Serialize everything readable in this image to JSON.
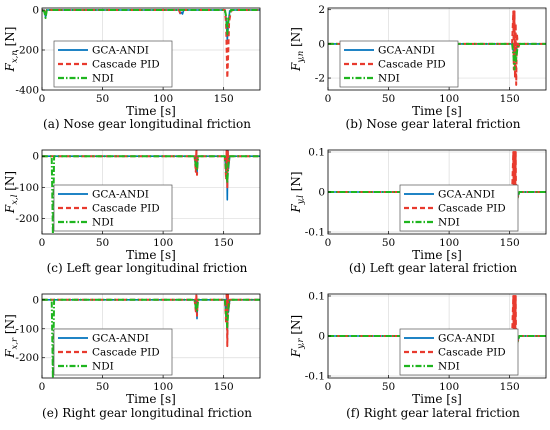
{
  "colors": {
    "gca_andi": "#0072BD",
    "cascade_pid": "#E83A2E",
    "ndi": "#1FB51F",
    "grid": "#dcdcdc"
  },
  "chart_data": [
    {
      "id": "a",
      "type": "line",
      "caption": "(a) Nose gear longitudinal friction",
      "ylabel_main": "F",
      "ylabel_sub": "x,n",
      "ylabel_unit": "[N]",
      "xlabel": "Time [s]",
      "xlim": [
        0,
        180
      ],
      "ylim": [
        -400,
        10
      ],
      "xticks": [
        0,
        50,
        100,
        150
      ],
      "yticks": [
        0,
        -200,
        -400
      ],
      "legend_position": "bottom-left",
      "series": [
        {
          "name": "GCA-ANDI",
          "style": "solid",
          "points": [
            [
              0,
              0
            ],
            [
              2,
              -8
            ],
            [
              3,
              -35
            ],
            [
              4,
              0
            ],
            [
              113,
              0
            ],
            [
              114,
              -18
            ],
            [
              115,
              -12
            ],
            [
              116,
              -20
            ],
            [
              117,
              0
            ],
            [
              151,
              0
            ],
            [
              152,
              -40
            ],
            [
              153,
              -150
            ],
            [
              154,
              -60
            ],
            [
              155,
              -5
            ],
            [
              157,
              0
            ],
            [
              180,
              0
            ]
          ]
        },
        {
          "name": "Cascade PID",
          "style": "dash",
          "points": [
            [
              0,
              0
            ],
            [
              2,
              -6
            ],
            [
              3,
              -28
            ],
            [
              4,
              0
            ],
            [
              113,
              0
            ],
            [
              114,
              -14
            ],
            [
              116,
              -10
            ],
            [
              117,
              0
            ],
            [
              151,
              0
            ],
            [
              152,
              -70
            ],
            [
              153,
              -340
            ],
            [
              153.6,
              -250
            ],
            [
              154.5,
              -60
            ],
            [
              156,
              -5
            ],
            [
              158,
              0
            ],
            [
              180,
              0
            ]
          ]
        },
        {
          "name": "NDI",
          "style": "dashdot",
          "points": [
            [
              0,
              0
            ],
            [
              2,
              -10
            ],
            [
              3,
              -40
            ],
            [
              4,
              0
            ],
            [
              151,
              0
            ],
            [
              152,
              -30
            ],
            [
              153,
              -120
            ],
            [
              154,
              -40
            ],
            [
              156,
              0
            ],
            [
              180,
              0
            ]
          ]
        }
      ]
    },
    {
      "id": "b",
      "type": "line",
      "caption": "(b) Nose gear lateral friction",
      "ylabel_main": "F",
      "ylabel_sub": "y,n",
      "ylabel_unit": "[N]",
      "xlabel": "Time [s]",
      "xlim": [
        0,
        180
      ],
      "ylim": [
        -2.7,
        2.1
      ],
      "xticks": [
        0,
        50,
        100,
        150
      ],
      "yticks": [
        2,
        0,
        -2
      ],
      "legend_position": "bottom-left",
      "series": [
        {
          "name": "GCA-ANDI",
          "style": "solid",
          "points": [
            [
              0,
              0
            ],
            [
              152,
              0
            ],
            [
              153,
              -0.4
            ],
            [
              154,
              -0.8
            ],
            [
              155,
              -0.45
            ],
            [
              156.5,
              -0.1
            ],
            [
              158,
              0
            ],
            [
              180,
              0
            ]
          ]
        },
        {
          "name": "Cascade PID",
          "style": "dash",
          "points": [
            [
              0,
              0
            ],
            [
              152,
              0
            ],
            [
              153,
              1.9
            ],
            [
              153.4,
              -1.5
            ],
            [
              154,
              1.9
            ],
            [
              154.4,
              -2.0
            ],
            [
              155,
              1.2
            ],
            [
              155.4,
              -2.4
            ],
            [
              156,
              0.6
            ],
            [
              157,
              -0.3
            ],
            [
              158,
              0
            ],
            [
              180,
              0
            ]
          ]
        },
        {
          "name": "NDI",
          "style": "dashdot",
          "points": [
            [
              0,
              0
            ],
            [
              152,
              0
            ],
            [
              153,
              -0.6
            ],
            [
              154,
              -1.5
            ],
            [
              154.6,
              -0.5
            ],
            [
              155.2,
              -1.0
            ],
            [
              156.5,
              -0.2
            ],
            [
              158,
              0
            ],
            [
              180,
              0
            ]
          ]
        }
      ]
    },
    {
      "id": "c",
      "type": "line",
      "caption": "(c) Left gear longitudinal friction",
      "ylabel_main": "F",
      "ylabel_sub": "x,l",
      "ylabel_unit": "[N]",
      "xlabel": "Time [s]",
      "xlim": [
        0,
        180
      ],
      "ylim": [
        -250,
        20
      ],
      "xticks": [
        0,
        50,
        100,
        150
      ],
      "yticks": [
        0,
        -100,
        -200
      ],
      "legend_position": "bottom-left",
      "series": [
        {
          "name": "GCA-ANDI",
          "style": "solid",
          "points": [
            [
              0,
              0
            ],
            [
              126,
              0
            ],
            [
              127,
              -40
            ],
            [
              127.5,
              20
            ],
            [
              128,
              -55
            ],
            [
              128.5,
              -10
            ],
            [
              129,
              0
            ],
            [
              151,
              0
            ],
            [
              152,
              -60
            ],
            [
              152.5,
              30
            ],
            [
              153,
              -140
            ],
            [
              153.5,
              20
            ],
            [
              154,
              -40
            ],
            [
              155,
              0
            ],
            [
              180,
              0
            ]
          ]
        },
        {
          "name": "Cascade PID",
          "style": "dash",
          "points": [
            [
              0,
              0
            ],
            [
              126,
              0
            ],
            [
              127,
              -50
            ],
            [
              127.5,
              25
            ],
            [
              128,
              -60
            ],
            [
              128.5,
              0
            ],
            [
              129,
              0
            ],
            [
              151,
              0
            ],
            [
              152,
              -75
            ],
            [
              152.5,
              30
            ],
            [
              153,
              -100
            ],
            [
              153.5,
              15
            ],
            [
              154,
              -25
            ],
            [
              155,
              0
            ],
            [
              180,
              0
            ]
          ]
        },
        {
          "name": "NDI",
          "style": "dashdot",
          "points": [
            [
              0,
              0
            ],
            [
              8,
              0
            ],
            [
              9,
              -250
            ],
            [
              10,
              0
            ],
            [
              126,
              0
            ],
            [
              127,
              -30
            ],
            [
              128,
              -45
            ],
            [
              129,
              0
            ],
            [
              151,
              0
            ],
            [
              152,
              -45
            ],
            [
              153,
              -85
            ],
            [
              154,
              -20
            ],
            [
              155,
              0
            ],
            [
              180,
              0
            ]
          ]
        }
      ]
    },
    {
      "id": "d",
      "type": "line",
      "caption": "(d) Left gear lateral friction",
      "ylabel_main": "F",
      "ylabel_sub": "y,l",
      "ylabel_unit": "[N]",
      "xlabel": "Time [s]",
      "xlim": [
        0,
        180
      ],
      "ylim": [
        -0.105,
        0.105
      ],
      "xticks": [
        0,
        50,
        100,
        150
      ],
      "yticks": [
        0.1,
        0,
        -0.1
      ],
      "legend_position": "bottom-right",
      "series": [
        {
          "name": "GCA-ANDI",
          "style": "solid",
          "points": [
            [
              0,
              0
            ],
            [
              152,
              0
            ],
            [
              153,
              -0.01
            ],
            [
              154,
              -0.03
            ],
            [
              155,
              -0.04
            ],
            [
              156,
              -0.015
            ],
            [
              158,
              0
            ],
            [
              180,
              0
            ]
          ]
        },
        {
          "name": "Cascade PID",
          "style": "dash",
          "points": [
            [
              0,
              0
            ],
            [
              152,
              0
            ],
            [
              153,
              0.1
            ],
            [
              153.4,
              -0.03
            ],
            [
              154,
              0.1
            ],
            [
              154.4,
              -0.04
            ],
            [
              155,
              0.1
            ],
            [
              155.4,
              -0.08
            ],
            [
              156,
              -0.02
            ],
            [
              158,
              0
            ],
            [
              180,
              0
            ]
          ]
        },
        {
          "name": "NDI",
          "style": "dashdot",
          "points": [
            [
              0,
              0
            ],
            [
              152,
              0
            ],
            [
              153,
              -0.015
            ],
            [
              154,
              -0.045
            ],
            [
              155,
              -0.06
            ],
            [
              156,
              -0.02
            ],
            [
              158,
              0
            ],
            [
              180,
              0
            ]
          ]
        }
      ]
    },
    {
      "id": "e",
      "type": "line",
      "caption": "(e) Right gear longitudinal friction",
      "ylabel_main": "F",
      "ylabel_sub": "x,r",
      "ylabel_unit": "[N]",
      "xlabel": "Time [s]",
      "xlim": [
        0,
        180
      ],
      "ylim": [
        -270,
        20
      ],
      "xticks": [
        0,
        50,
        100,
        150
      ],
      "yticks": [
        0,
        -100,
        -200
      ],
      "legend_position": "bottom-left",
      "series": [
        {
          "name": "GCA-ANDI",
          "style": "solid",
          "points": [
            [
              0,
              0
            ],
            [
              126,
              0
            ],
            [
              127,
              -30
            ],
            [
              127.5,
              15
            ],
            [
              128,
              -65
            ],
            [
              128.5,
              -5
            ],
            [
              129,
              0
            ],
            [
              151,
              0
            ],
            [
              152,
              -60
            ],
            [
              152.5,
              25
            ],
            [
              153,
              -140
            ],
            [
              153.5,
              15
            ],
            [
              154,
              -40
            ],
            [
              155,
              0
            ],
            [
              180,
              0
            ]
          ]
        },
        {
          "name": "Cascade PID",
          "style": "dash",
          "points": [
            [
              0,
              0
            ],
            [
              126,
              0
            ],
            [
              127,
              -40
            ],
            [
              127.5,
              20
            ],
            [
              128,
              -55
            ],
            [
              128.5,
              0
            ],
            [
              129,
              0
            ],
            [
              151,
              0
            ],
            [
              152,
              -80
            ],
            [
              152.5,
              30
            ],
            [
              153,
              -160
            ],
            [
              153.5,
              20
            ],
            [
              154,
              -30
            ],
            [
              155,
              0
            ],
            [
              180,
              0
            ]
          ]
        },
        {
          "name": "NDI",
          "style": "dashdot",
          "points": [
            [
              0,
              0
            ],
            [
              8,
              0
            ],
            [
              9,
              -270
            ],
            [
              10,
              0
            ],
            [
              126,
              0
            ],
            [
              127,
              -25
            ],
            [
              128,
              -40
            ],
            [
              129,
              0
            ],
            [
              151,
              0
            ],
            [
              152,
              -50
            ],
            [
              153,
              -95
            ],
            [
              154,
              -20
            ],
            [
              155,
              0
            ],
            [
              180,
              0
            ]
          ]
        }
      ]
    },
    {
      "id": "f",
      "type": "line",
      "caption": "(f) Right gear lateral friction",
      "ylabel_main": "F",
      "ylabel_sub": "y,r",
      "ylabel_unit": "[N]",
      "xlabel": "Time [s]",
      "xlim": [
        0,
        180
      ],
      "ylim": [
        -0.105,
        0.105
      ],
      "xticks": [
        0,
        50,
        100,
        150
      ],
      "yticks": [
        0.1,
        0,
        -0.1
      ],
      "legend_position": "bottom-right",
      "series": [
        {
          "name": "GCA-ANDI",
          "style": "solid",
          "points": [
            [
              0,
              0
            ],
            [
              152,
              0
            ],
            [
              153,
              -0.01
            ],
            [
              154,
              -0.03
            ],
            [
              155,
              -0.04
            ],
            [
              156,
              -0.015
            ],
            [
              158,
              0
            ],
            [
              180,
              0
            ]
          ]
        },
        {
          "name": "Cascade PID",
          "style": "dash",
          "points": [
            [
              0,
              0
            ],
            [
              152,
              0
            ],
            [
              153,
              0.1
            ],
            [
              153.4,
              -0.03
            ],
            [
              154,
              0.1
            ],
            [
              154.4,
              -0.04
            ],
            [
              155,
              0.1
            ],
            [
              155.4,
              -0.08
            ],
            [
              156,
              -0.02
            ],
            [
              158,
              0
            ],
            [
              180,
              0
            ]
          ]
        },
        {
          "name": "NDI",
          "style": "dashdot",
          "points": [
            [
              0,
              0
            ],
            [
              152,
              0
            ],
            [
              153,
              -0.015
            ],
            [
              154,
              -0.045
            ],
            [
              155,
              -0.06
            ],
            [
              156,
              -0.02
            ],
            [
              158,
              0
            ],
            [
              180,
              0
            ]
          ]
        }
      ]
    }
  ]
}
